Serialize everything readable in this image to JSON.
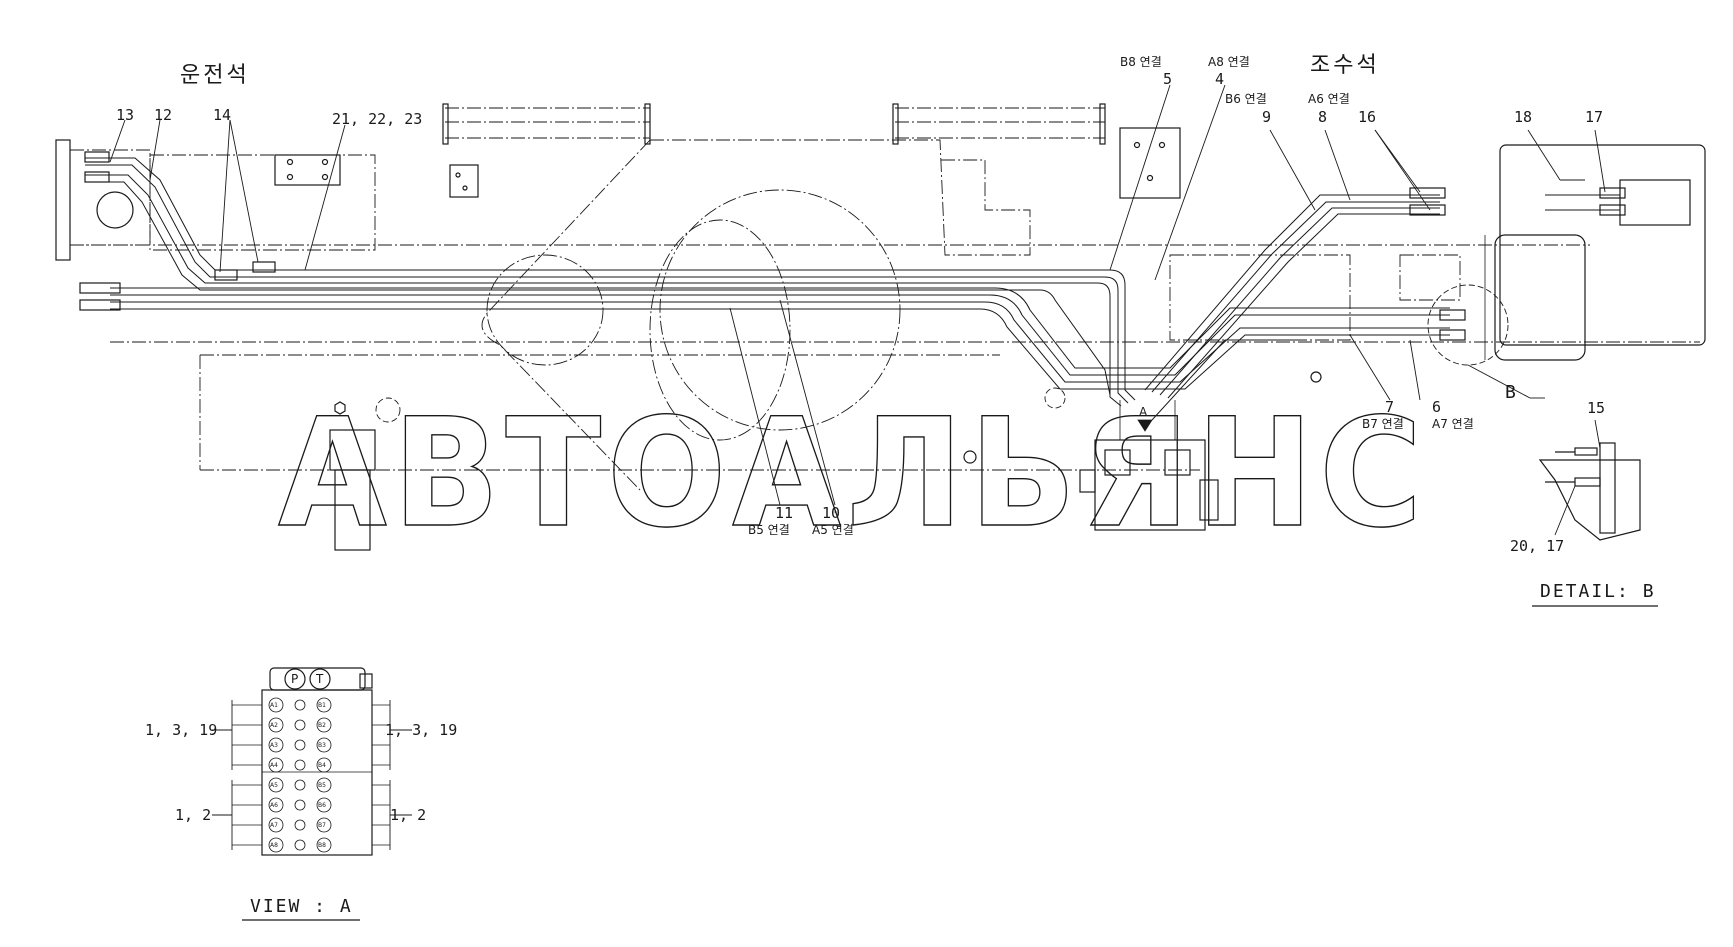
{
  "titles": {
    "driver_seat": "운전석",
    "operator_seat": "조수석"
  },
  "watermark": "АВТОАЛЬЯНС",
  "callouts": {
    "c13": "13",
    "c12": "12",
    "c14": "14",
    "c21_22_23": "21, 22, 23",
    "b8_conn": "B8 연결",
    "c5": "5",
    "a8_conn": "A8 연결",
    "c4": "4",
    "b6_conn": "B6 연결",
    "c9": "9",
    "a6_conn": "A6 연결",
    "c8": "8",
    "c16": "16",
    "c18": "18",
    "c17": "17",
    "c7": "7",
    "b7_conn": "B7 연결",
    "c6": "6",
    "a7_conn": "A7 연결",
    "detail_b_marker": "B",
    "c11": "11",
    "c10": "10",
    "b5_conn": "B5 연결",
    "a5_conn": "A5 연결",
    "view_a_marker": "A",
    "c15": "15",
    "c20_17": "20, 17"
  },
  "view_a": {
    "left_top": "1, 3, 19",
    "right_top": "1, 3, 19",
    "left_bottom": "1, 2",
    "right_bottom": "1, 2",
    "caption": "VIEW : A",
    "ports_a": [
      "A1",
      "A2",
      "A3",
      "A4",
      "A5",
      "A6",
      "A7",
      "A8"
    ],
    "ports_b": [
      "B1",
      "B2",
      "B3",
      "B4",
      "B5",
      "B6",
      "B7",
      "B8"
    ],
    "top_ports": [
      "P",
      "T"
    ]
  },
  "detail_b": {
    "caption": "DETAIL: B"
  }
}
